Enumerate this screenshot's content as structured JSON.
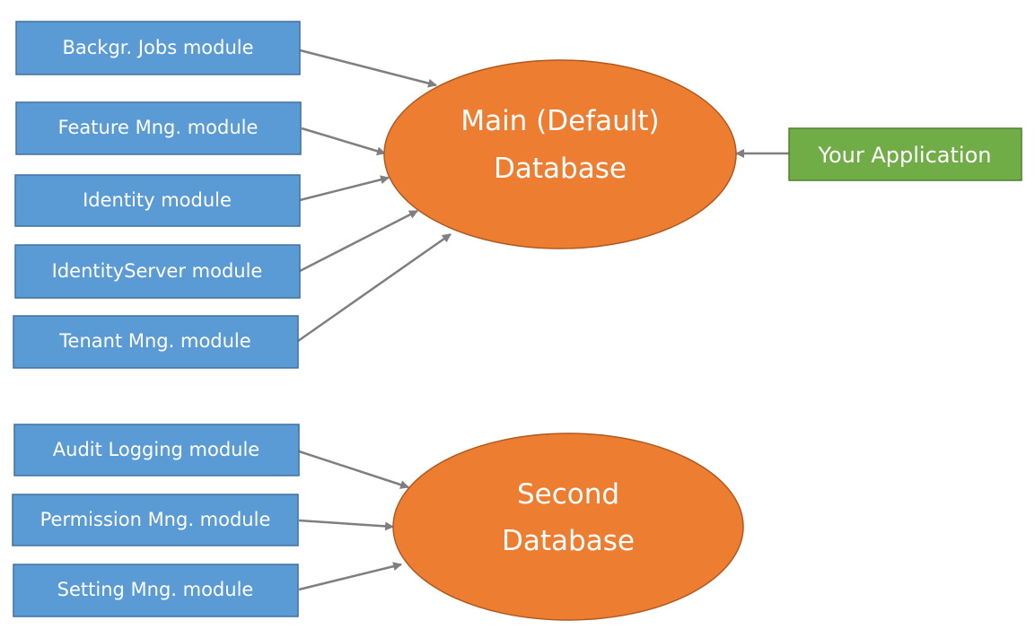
{
  "colors": {
    "module_fill": "#5b9bd5",
    "module_stroke": "#41719c",
    "database_fill": "#ed7d31",
    "database_stroke": "#ae5a21",
    "application_fill": "#70ad47",
    "application_stroke": "#507e32",
    "arrow": "#7f7f7f"
  },
  "main_database": {
    "line1": "Main (Default)",
    "line2": "Database"
  },
  "second_database": {
    "line1": "Second",
    "line2": "Database"
  },
  "application": {
    "label": "Your Application"
  },
  "main_modules": [
    {
      "label": "Backgr. Jobs module"
    },
    {
      "label": "Feature Mng. module"
    },
    {
      "label": "Identity module"
    },
    {
      "label": "IdentityServer module"
    },
    {
      "label": "Tenant Mng. module"
    }
  ],
  "second_modules": [
    {
      "label": "Audit Logging module"
    },
    {
      "label": "Permission Mng. module"
    },
    {
      "label": "Setting Mng. module"
    }
  ]
}
